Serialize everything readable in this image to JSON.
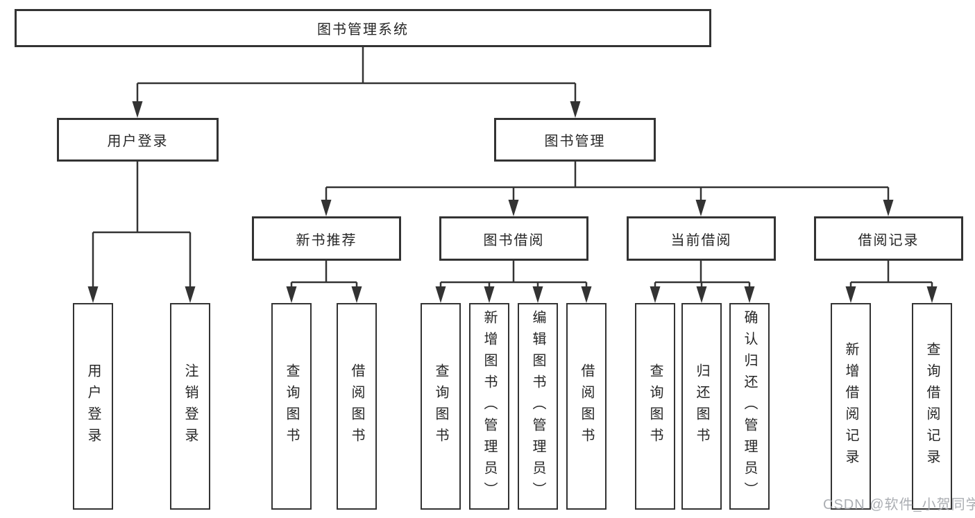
{
  "tree": {
    "label": "图书管理系统",
    "children": [
      {
        "label": "用户登录",
        "children": [
          {
            "label": "用户登录"
          },
          {
            "label": "注销登录"
          }
        ]
      },
      {
        "label": "图书管理",
        "children": [
          {
            "label": "新书推荐",
            "children": [
              {
                "label": "查询图书"
              },
              {
                "label": "借阅图书"
              }
            ]
          },
          {
            "label": "图书借阅",
            "children": [
              {
                "label": "查询图书"
              },
              {
                "label": "新增图书（管理员）"
              },
              {
                "label": "编辑图书（管理员）"
              },
              {
                "label": "借阅图书"
              }
            ]
          },
          {
            "label": "当前借阅",
            "children": [
              {
                "label": "查询图书"
              },
              {
                "label": "归还图书"
              },
              {
                "label": "确认归还（管理员）"
              }
            ]
          },
          {
            "label": "借阅记录",
            "children": [
              {
                "label": "新增借阅记录"
              },
              {
                "label": "查询借阅记录"
              }
            ]
          }
        ]
      }
    ]
  },
  "watermark": "CSDN @软件_小贺同学",
  "colors": {
    "line": "#333333",
    "text": "#262626",
    "watermark": "#a3a6ab"
  }
}
